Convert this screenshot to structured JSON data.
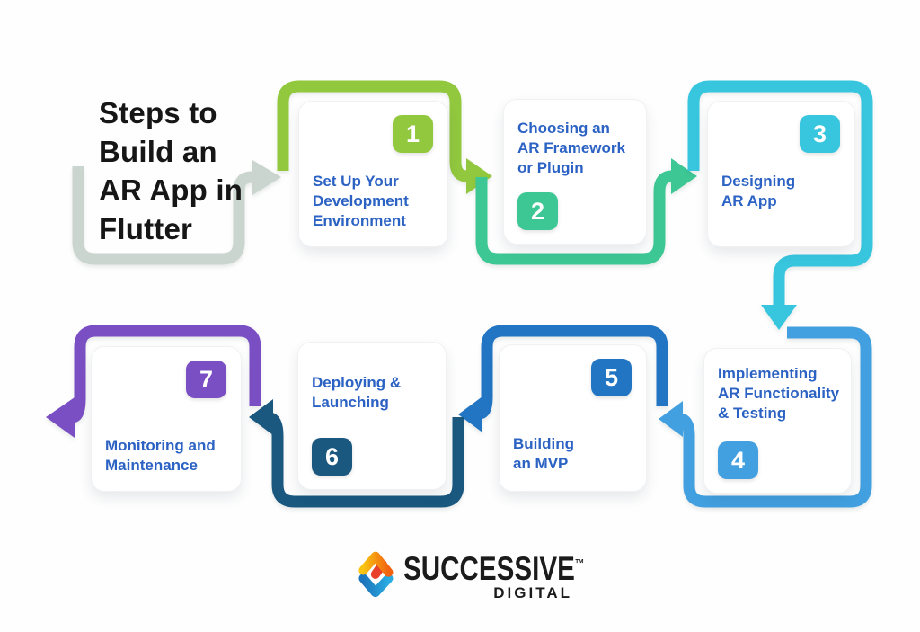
{
  "title": "Steps to\nBuild an\nAR App in\nFlutter",
  "text_color": "#2B62C3",
  "connector_color": "#CBD5D0",
  "steps": [
    {
      "num": "1",
      "label": "Set Up Your\nDevelopment\nEnvironment",
      "color": "#92C83E",
      "badge_pos": "tr"
    },
    {
      "num": "2",
      "label": "Choosing an\nAR Framework\nor Plugin",
      "color": "#3DC795",
      "badge_pos": "bl"
    },
    {
      "num": "3",
      "label": "Designing\nAR App",
      "color": "#38C6DF",
      "badge_pos": "tr"
    },
    {
      "num": "4",
      "label": "Implementing\nAR Functionality\n& Testing",
      "color": "#42A0E0",
      "badge_pos": "bl"
    },
    {
      "num": "5",
      "label": "Building\nan MVP",
      "color": "#2275C3",
      "badge_pos": "tr"
    },
    {
      "num": "6",
      "label": "Deploying &\nLaunching",
      "color": "#1A5880",
      "badge_pos": "bl"
    },
    {
      "num": "7",
      "label": "Monitoring and\nMaintenance",
      "color": "#7B4FC4",
      "badge_pos": "tr"
    }
  ],
  "logo": {
    "brand": "SUCCESSIVE",
    "tm": "™",
    "sub": "DIGITAL"
  },
  "logo_colors": {
    "yellow": "#F9C412",
    "orange": "#F2620F",
    "red": "#E8402A",
    "blue_dark": "#1B75BC",
    "blue_light": "#29ABE2"
  }
}
